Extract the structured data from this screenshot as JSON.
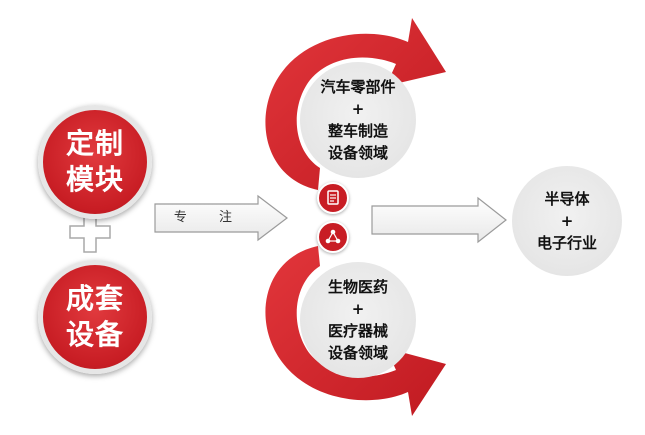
{
  "left_modules": {
    "top_circle": [
      "定制",
      "模块"
    ],
    "bottom_circle": [
      "成套",
      "设备"
    ]
  },
  "focus_label": "专 注",
  "cycle": {
    "top": [
      "汽车零部件",
      "+",
      "整车制造",
      "设备领域"
    ],
    "bottom": [
      "生物医药",
      "+",
      "医疗器械",
      "设备领域"
    ]
  },
  "target": [
    "半导体",
    "+",
    "电子行业"
  ],
  "icons": [
    "document-icon",
    "network-icon"
  ],
  "colors": {
    "accent_red": "#c81d24",
    "grey": "#e6e6e6"
  }
}
